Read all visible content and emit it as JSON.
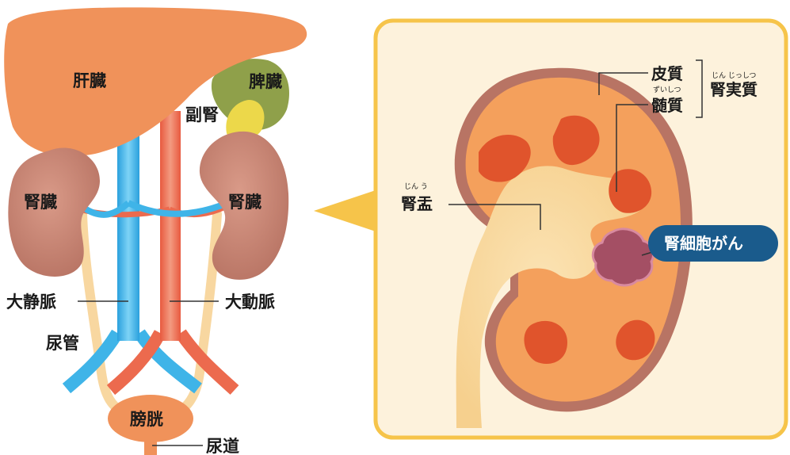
{
  "anatomy": {
    "liver": "肝臓",
    "spleen": "脾臓",
    "adrenal": "副腎",
    "kidney_left": "腎臓",
    "kidney_right": "腎臓",
    "vena_cava": "大静脈",
    "aorta": "大動脈",
    "ureter": "尿管",
    "bladder": "膀胱",
    "urethra": "尿道"
  },
  "detail": {
    "cortex": "皮質",
    "medulla": "髄質",
    "medulla_ruby": "ずいしつ",
    "parenchyma": "腎実質",
    "parenchyma_ruby": "じん じっしつ",
    "pelvis": "腎盂",
    "pelvis_ruby": "じん う",
    "tumor_badge": "腎細胞がん"
  },
  "colors": {
    "liver": "#f0925a",
    "kidney": "#c98372",
    "vein": "#3fb4e8",
    "artery": "#ec6a4e",
    "ureter": "#f8d7a0",
    "spleen": "#8fa04a",
    "adrenal": "#ecd84a",
    "panel_border": "#f6c44a",
    "panel_bg": "#fdf2dc",
    "badge": "#1a5b8c",
    "tumor": "#a44f64"
  }
}
